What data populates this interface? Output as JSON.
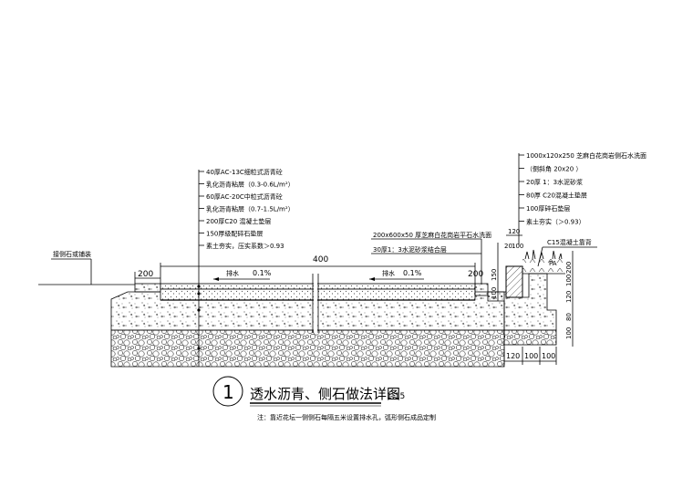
{
  "left_callout": {
    "items": [
      "40厚AC-13C细粒式沥青砼",
      "乳化沥青粘层（0.3-0.6L/m²）",
      "60厚AC-20C中粒式沥青砼",
      "乳化沥青粘层（0.7-1.5L/m²）",
      "200厚C20 混凝土垫层",
      "150厚级配碎石垫层",
      "素土夯实，压实系数＞0.93"
    ]
  },
  "right_callout": {
    "items": [
      "1000x120x250 芝麻白花岗岩侧石水洗面",
      "（倒斜角 20x20 ）",
      "20厚 1：3水泥砂浆",
      "80厚 C20混凝土垫层",
      "100厚碎石垫层",
      "素土夯实（＞0.93）"
    ]
  },
  "mid_callout": {
    "items": [
      "200x600x50 厚芝麻白花岗岩平石水洗面",
      "30厚1：3水泥砂浆结合层"
    ]
  },
  "labels": {
    "connect_curb": "接侧石或铺装",
    "c15_backfill": "C15混凝土靠背",
    "drain_1": "排水",
    "slope_1": "0.1%",
    "drain_2": "排水",
    "slope_2": "0.1%",
    "pa": "PA"
  },
  "dimensions": {
    "d400": "400",
    "d200_left": "200",
    "d200_right": "200",
    "d120_top": "120",
    "d20": "20",
    "d100_top": "100",
    "d150": "150",
    "d100_mid": "100",
    "d200_r": "200",
    "d100_r": "100",
    "d120_r": "120",
    "d80_r": "80",
    "d100_r2": "100",
    "d120_bottom": "120",
    "d100_b1": "100",
    "d100_b2": "100"
  },
  "title_block": {
    "number": "1",
    "title": "透水沥青、侧石做法详图",
    "scale": "1:15",
    "note": "注：靠近花坛一侧侧石每隔五米设置排水孔，弧形侧石成品定制"
  }
}
